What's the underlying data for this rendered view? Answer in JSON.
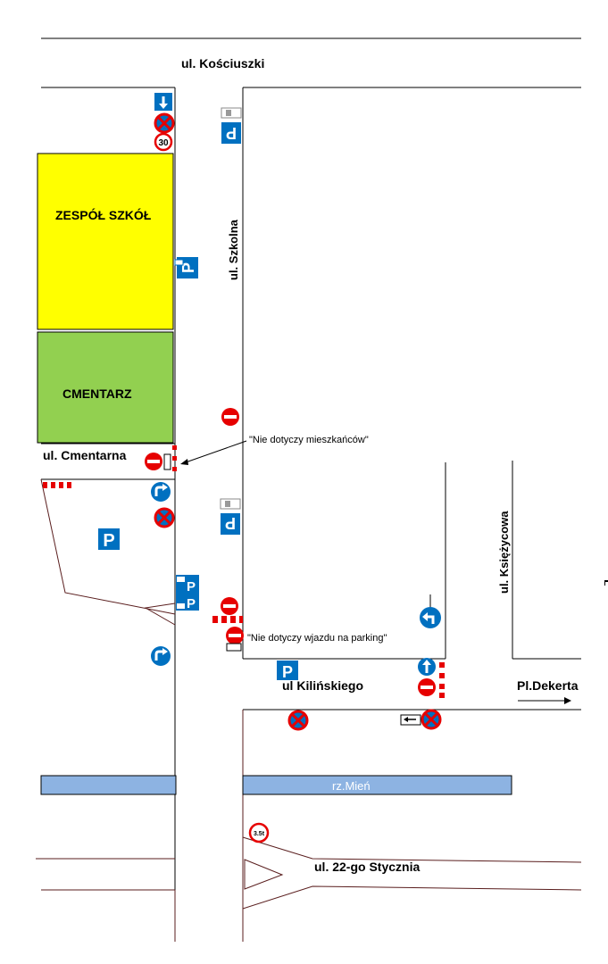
{
  "streets": {
    "kosciuszki": "ul. Kościuszki",
    "szkolna": "ul. Szkolna",
    "cmentarna": "ul. Cmentarna",
    "kilinskiego": "ul Kilińskiego",
    "ksiezycowa": "ul. Księżycowa",
    "dekerta": "Pl.Dekerta",
    "styczna": "ul. 22-go Stycznia"
  },
  "areas": {
    "school": "ZESPÓŁ SZKÓŁ",
    "cemetery": "CMENTARZ"
  },
  "river": "rz.Mień",
  "notes": {
    "residents": "\"Nie dotyczy mieszkańców\"",
    "parking": "\"Nie dotyczy wjazdu na parking\""
  },
  "signs": {
    "speed_limit": "30",
    "weight_limit": "3.5t",
    "parking_letter": "P"
  },
  "colors": {
    "school": "#ffff00",
    "cemetery": "#92d050",
    "river": "#8db3e2",
    "sign_blue": "#0070c0",
    "sign_red": "#e60000",
    "road_line": "#000000",
    "road_brown": "#5a1e1e"
  }
}
